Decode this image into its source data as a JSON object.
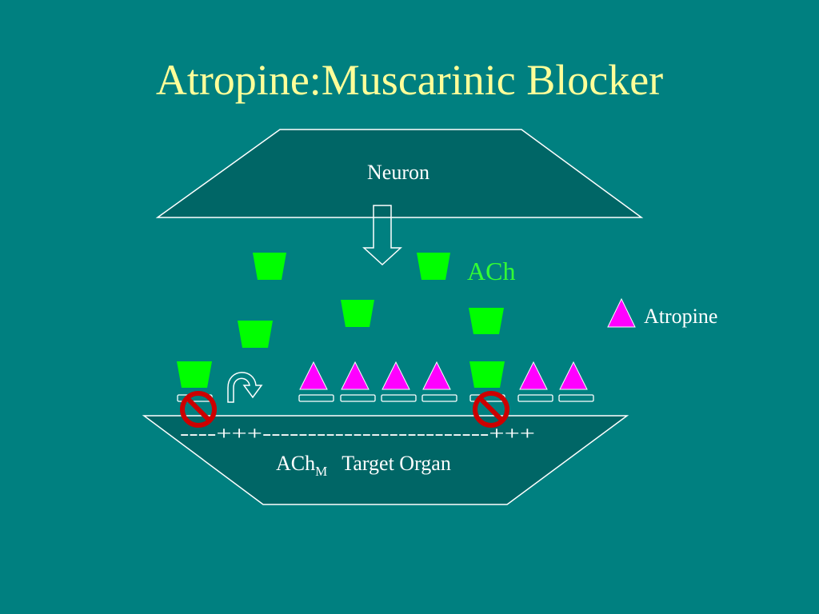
{
  "title": "Atropine:Muscarinic Blocker",
  "neuron_label": "Neuron",
  "ach_label": "ACh",
  "legend": {
    "atropine_label": "Atropine"
  },
  "target": {
    "charge_string": "----+++-------------------------+++",
    "receptor_base": "ACh",
    "receptor_subscript": "M",
    "organ_label": "Target Organ"
  },
  "colors": {
    "background": "#008080",
    "membrane_fill": "#006666",
    "outline": "#ffffff",
    "ach": "#00ff00",
    "atropine": "#ff00ff",
    "title": "#ffff99",
    "ach_text": "#33ff33",
    "block_sign": "#cc0000"
  }
}
